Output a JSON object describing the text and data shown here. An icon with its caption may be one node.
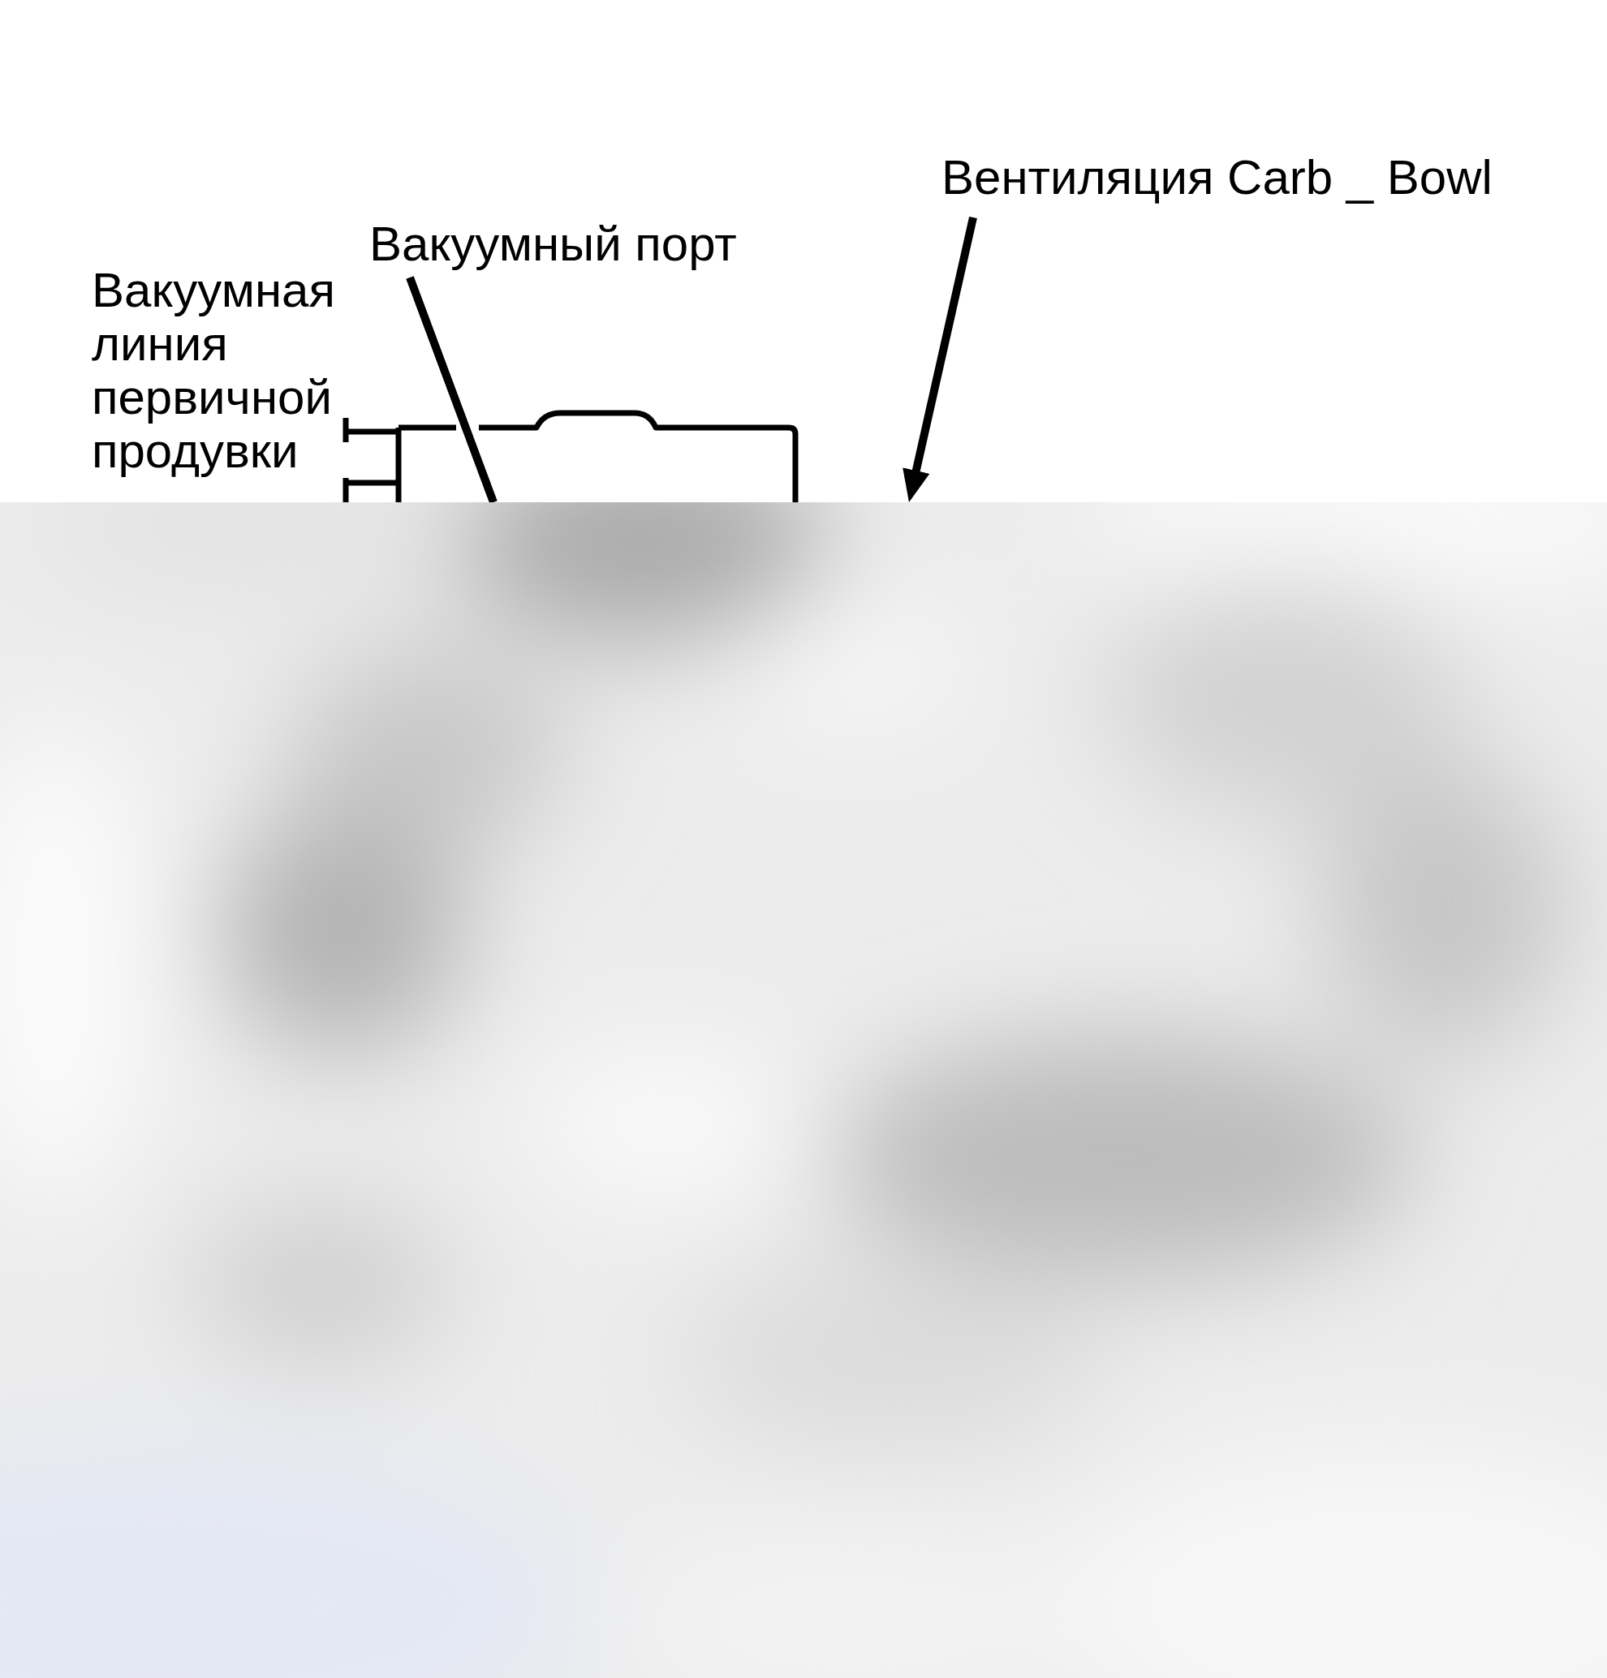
{
  "diagram": {
    "nodes": [
      {
        "text": [
          "Вакуумный порт"
        ]
      },
      {
        "text": [
          "Вентиляция Carb _ Bowl"
        ]
      },
      {
        "text": [],
        "shape": "picture"
      }
    ],
    "edges": [
      {
        "from": 0,
        "to": 2,
        "arrow": "none"
      },
      {
        "from": 1,
        "to": null,
        "arrow": "to"
      }
    ],
    "labels": [
      "Вакуумная линия первичной продувки"
    ]
  }
}
